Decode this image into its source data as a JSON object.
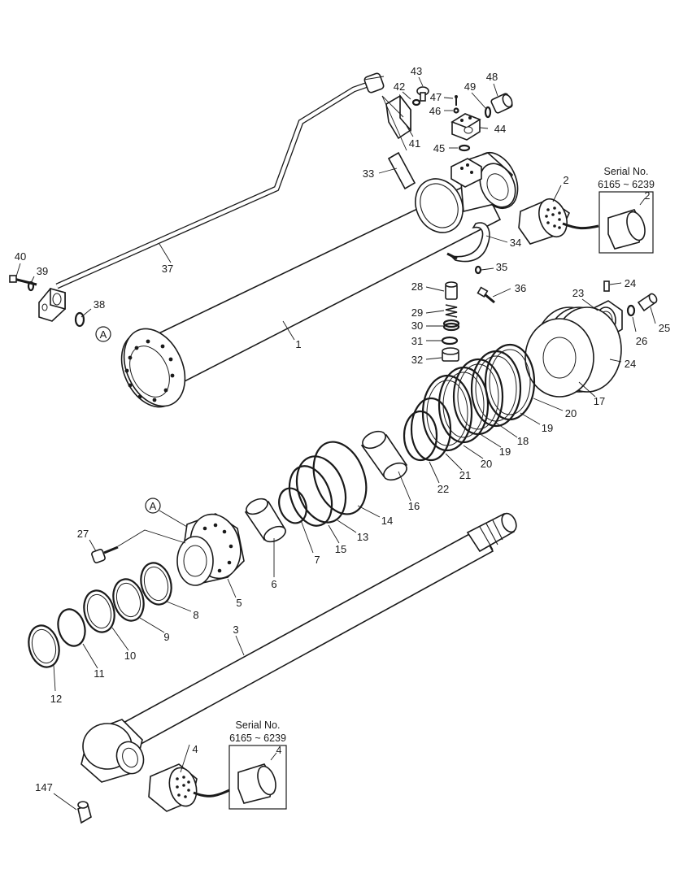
{
  "labels": [
    {
      "id": "1",
      "text": "1"
    },
    {
      "id": "2",
      "text": "2"
    },
    {
      "id": "3",
      "text": "3"
    },
    {
      "id": "4",
      "text": "4"
    },
    {
      "id": "5",
      "text": "5"
    },
    {
      "id": "6",
      "text": "6"
    },
    {
      "id": "7",
      "text": "7"
    },
    {
      "id": "8",
      "text": "8"
    },
    {
      "id": "9",
      "text": "9"
    },
    {
      "id": "10",
      "text": "10"
    },
    {
      "id": "11",
      "text": "11"
    },
    {
      "id": "12",
      "text": "12"
    },
    {
      "id": "13",
      "text": "13"
    },
    {
      "id": "14",
      "text": "14"
    },
    {
      "id": "15",
      "text": "15"
    },
    {
      "id": "16",
      "text": "16"
    },
    {
      "id": "17",
      "text": "17"
    },
    {
      "id": "18",
      "text": "18"
    },
    {
      "id": "19a",
      "text": "19"
    },
    {
      "id": "19b",
      "text": "19"
    },
    {
      "id": "20a",
      "text": "20"
    },
    {
      "id": "20b",
      "text": "20"
    },
    {
      "id": "21",
      "text": "21"
    },
    {
      "id": "22",
      "text": "22"
    },
    {
      "id": "23",
      "text": "23"
    },
    {
      "id": "24a",
      "text": "24"
    },
    {
      "id": "24b",
      "text": "24"
    },
    {
      "id": "25",
      "text": "25"
    },
    {
      "id": "26",
      "text": "26"
    },
    {
      "id": "27",
      "text": "27"
    },
    {
      "id": "28",
      "text": "28"
    },
    {
      "id": "29",
      "text": "29"
    },
    {
      "id": "30",
      "text": "30"
    },
    {
      "id": "31",
      "text": "31"
    },
    {
      "id": "32",
      "text": "32"
    },
    {
      "id": "33",
      "text": "33"
    },
    {
      "id": "34",
      "text": "34"
    },
    {
      "id": "35",
      "text": "35"
    },
    {
      "id": "36",
      "text": "36"
    },
    {
      "id": "37",
      "text": "37"
    },
    {
      "id": "38",
      "text": "38"
    },
    {
      "id": "39",
      "text": "39"
    },
    {
      "id": "40",
      "text": "40"
    },
    {
      "id": "41",
      "text": "41"
    },
    {
      "id": "42",
      "text": "42"
    },
    {
      "id": "43",
      "text": "43"
    },
    {
      "id": "44",
      "text": "44"
    },
    {
      "id": "45",
      "text": "45"
    },
    {
      "id": "46",
      "text": "46"
    },
    {
      "id": "47",
      "text": "47"
    },
    {
      "id": "48",
      "text": "48"
    },
    {
      "id": "49",
      "text": "49"
    },
    {
      "id": "147",
      "text": "147"
    }
  ],
  "ref_marks": [
    {
      "id": "a1",
      "text": "A"
    },
    {
      "id": "a2",
      "text": "A"
    }
  ],
  "detail_boxes": [
    {
      "id": "top",
      "title": "Serial No.",
      "serial": "6165 ~ 6239",
      "part": "2"
    },
    {
      "id": "bottom",
      "title": "Serial No.",
      "serial": "6165 ~ 6239",
      "part": "4"
    }
  ]
}
